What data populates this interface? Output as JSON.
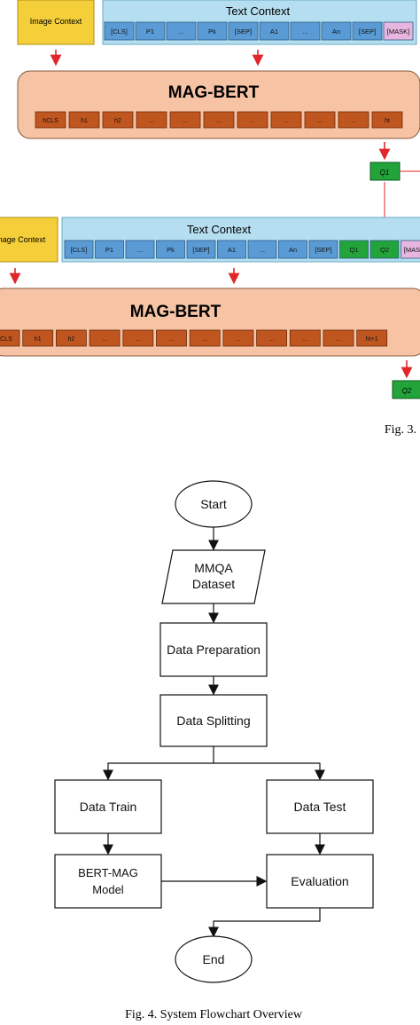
{
  "fig3": {
    "row1": {
      "image_context": "Image Context",
      "text_context": "Text Context",
      "tokens": [
        "[CLS]",
        "P1",
        "...",
        "Pk",
        "[SEP]",
        "A1",
        "...",
        "An",
        "[SEP]",
        "[MASK]"
      ],
      "model": "MAG-BERT",
      "hidden": [
        "hCLS",
        "h1",
        "h2",
        "...",
        "...",
        "...",
        "...",
        "...",
        "...",
        "...",
        "ht"
      ],
      "output": "Q1"
    },
    "row2": {
      "image_context": "Image Context",
      "text_context": "Text Context",
      "tokens": [
        "[CLS]",
        "P1",
        "...",
        "Pk",
        "[SEP]",
        "A1",
        "...",
        "An",
        "[SEP]",
        "Q1",
        "Q2",
        "[MASK]"
      ],
      "model": "MAG-BERT",
      "hidden": [
        "hCLS",
        "h1",
        "h2",
        "...",
        "...",
        "...",
        "...",
        "...",
        "...",
        "...",
        "...",
        "ht+1"
      ],
      "output": "Q2"
    },
    "caption": "Fig. 3.",
    "colors": {
      "image_context": "#f5cf3a",
      "text_context_bg": "#b5dff0",
      "token": "#5a9bd5",
      "green": "#22a43a",
      "mask": "#e7b6e0",
      "model_bg": "#f6c3a4",
      "hidden": "#c0561f",
      "arrow": "#e0262a"
    }
  },
  "fig4": {
    "start": "Start",
    "dataset_line1": "MMQA",
    "dataset_line2": "Dataset",
    "prep": "Data Preparation",
    "split": "Data Splitting",
    "train": "Data Train",
    "test": "Data Test",
    "model_line1": "BERT-MAG",
    "model_line2": "Model",
    "eval": "Evaluation",
    "end": "End",
    "caption": "Fig. 4.  System Flowchart Overview"
  }
}
